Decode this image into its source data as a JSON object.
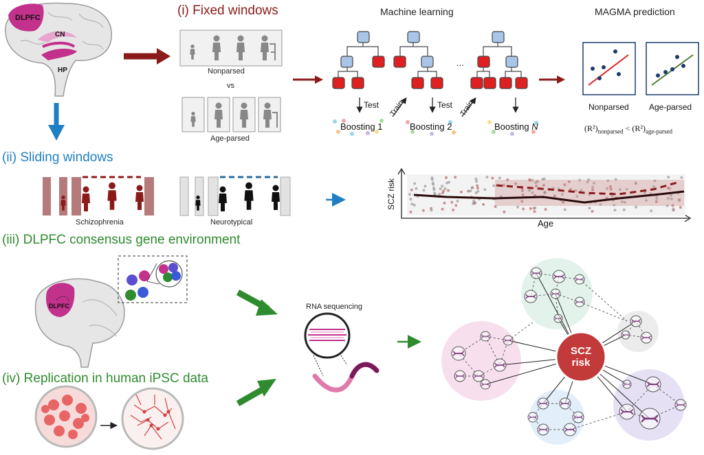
{
  "sections": {
    "fixed": "(i) Fixed windows",
    "sliding": "(ii) Sliding windows",
    "consensus": "(iii) DLPFC consensus gene environment",
    "replication": "(iv) Replication in human iPSC data"
  },
  "brain_labels": {
    "dlpfc": "DLPFC",
    "cn": "CN",
    "hp": "HP"
  },
  "fixed_windows": {
    "nonparsed": "Nonparsed",
    "vs": "vs",
    "age_parsed": "Age-parsed"
  },
  "ml": {
    "title": "Machine learning",
    "test": "Test",
    "train": "Train",
    "boost1": "Boosting 1",
    "boost2": "Boosting 2",
    "ellipsis": "...",
    "boostN_prefix": "Boosting ",
    "boostN_suffix": "N"
  },
  "magma": {
    "title": "MAGMA prediction",
    "nonparsed": "Nonparsed",
    "age_parsed": "Age-parsed",
    "formula_r2": "(R²)",
    "sub_nonparsed": "nonparsed",
    "lt": "<",
    "sub_age": "age-parsed"
  },
  "sliding": {
    "scz": "Schizophrenia",
    "neuro": "Neurotypical"
  },
  "plot": {
    "ylabel": "SCZ risk",
    "xlabel": "Age"
  },
  "rna": {
    "label": "RNA sequencing"
  },
  "network": {
    "center_line1": "SCZ",
    "center_line2": "risk"
  },
  "colors": {
    "dark_red": "#8b1a1a",
    "blue": "#1f7fc4",
    "green": "#2e8b2e",
    "magenta": "#c2318c",
    "node_red": "#e02020",
    "node_blue": "#a9c6e8",
    "scz_red": "#c33a3a"
  }
}
